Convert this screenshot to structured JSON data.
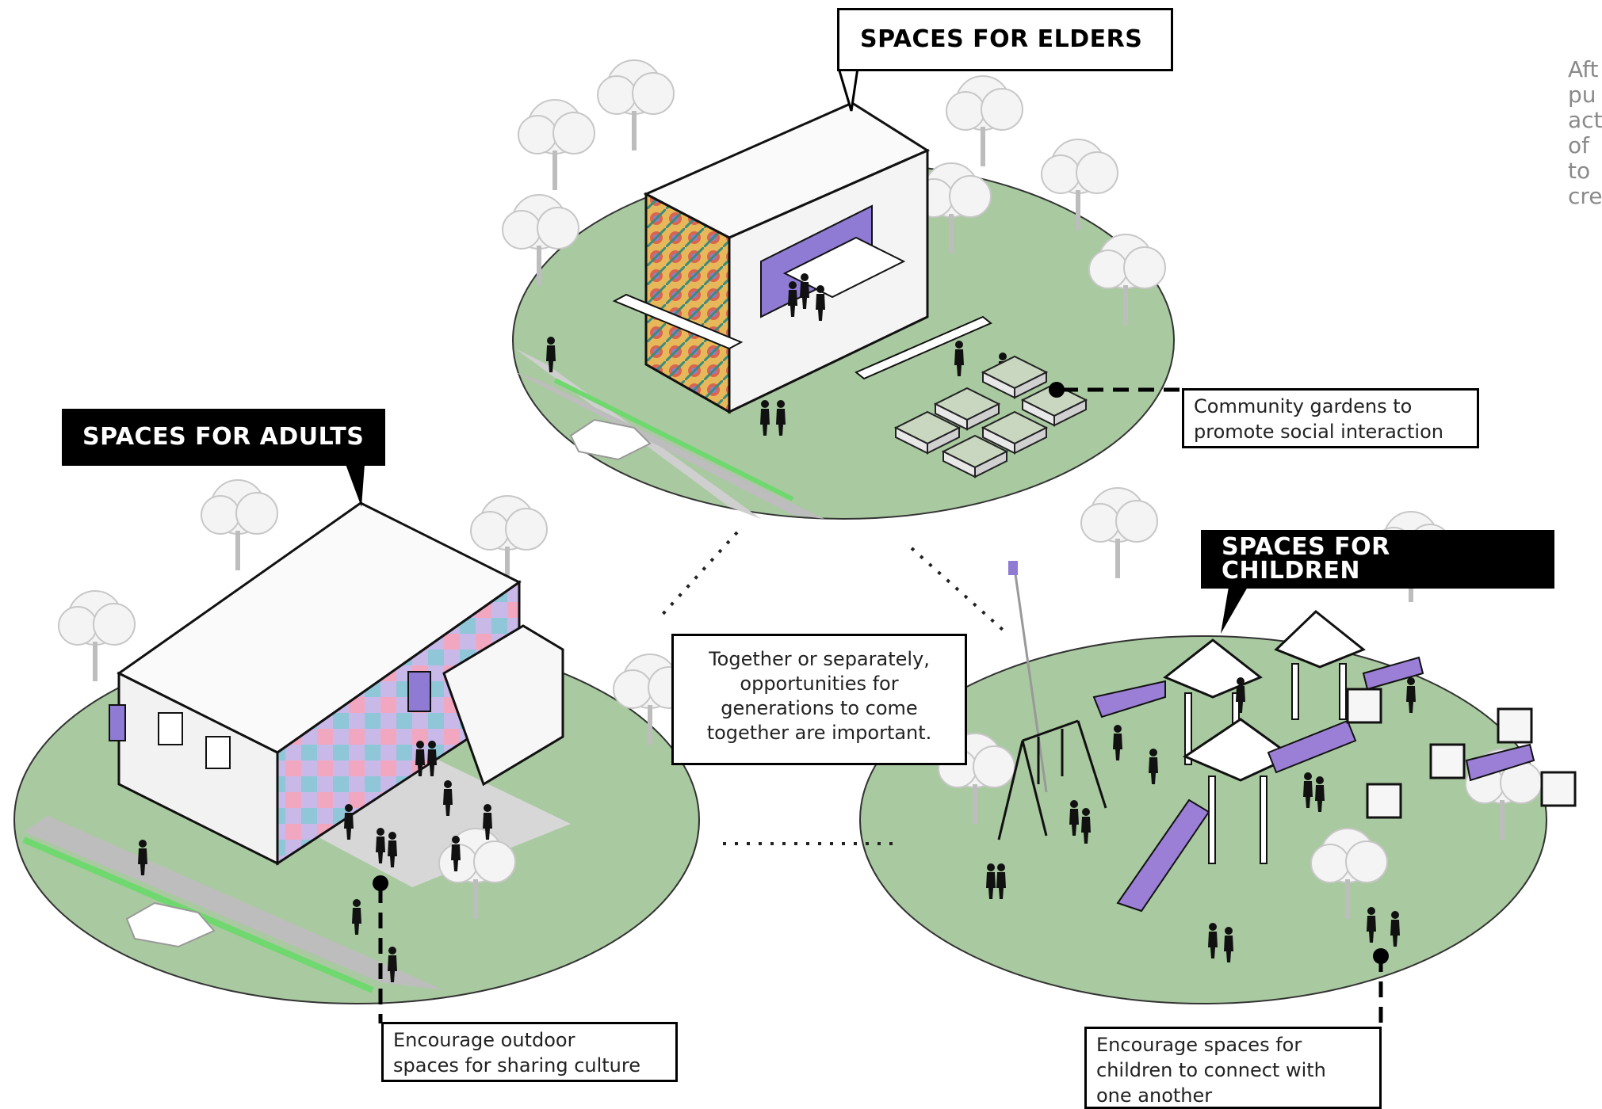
{
  "labels": {
    "elders": "SPACES FOR ELDERS",
    "adults": "SPACES FOR ADULTS",
    "children": "SPACES FOR CHILDREN"
  },
  "callouts": {
    "gardens": [
      "Community gardens to",
      "promote social interaction"
    ],
    "outdoor": [
      "Encourage outdoor",
      "spaces for sharing culture"
    ],
    "children_connect": [
      "Encourage spaces for",
      "children to connect with",
      "one another"
    ]
  },
  "center_note": [
    "Together or separately,",
    "opportunities for",
    "generations to come",
    "together are important."
  ],
  "side_text": [
    "Aft",
    "pu",
    "act",
    "of",
    "to",
    "cre"
  ],
  "colors": {
    "ground": "#a9c9a0",
    "accent": "#9b7fd6",
    "ink": "#111111",
    "foliage": "#f2f2f2"
  },
  "icons": [
    "tree-icon",
    "person-icon",
    "car-icon",
    "slide-icon",
    "swing-icon",
    "planter-icon",
    "pavilion-icon"
  ]
}
